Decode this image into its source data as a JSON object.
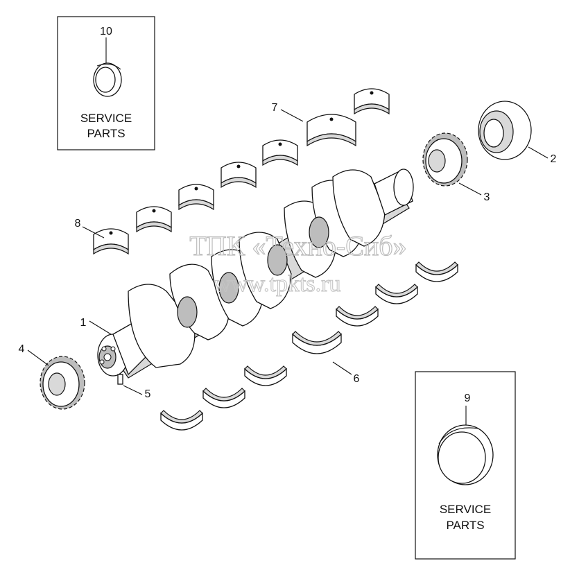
{
  "callouts": [
    {
      "id": "1",
      "text": "1"
    },
    {
      "id": "2",
      "text": "2"
    },
    {
      "id": "3",
      "text": "3"
    },
    {
      "id": "4",
      "text": "4"
    },
    {
      "id": "5",
      "text": "5"
    },
    {
      "id": "6",
      "text": "6"
    },
    {
      "id": "7",
      "text": "7"
    },
    {
      "id": "8",
      "text": "8"
    },
    {
      "id": "9",
      "text": "9"
    },
    {
      "id": "10",
      "text": "10"
    }
  ],
  "service_box_top": {
    "line1": "SERVICE",
    "line2": "PARTS"
  },
  "service_box_bottom": {
    "line1": "SERVICE",
    "line2": "PARTS"
  },
  "watermark": {
    "line1": "ТПК «Техно-Сиб»",
    "line2": "www.tpkts.ru"
  }
}
